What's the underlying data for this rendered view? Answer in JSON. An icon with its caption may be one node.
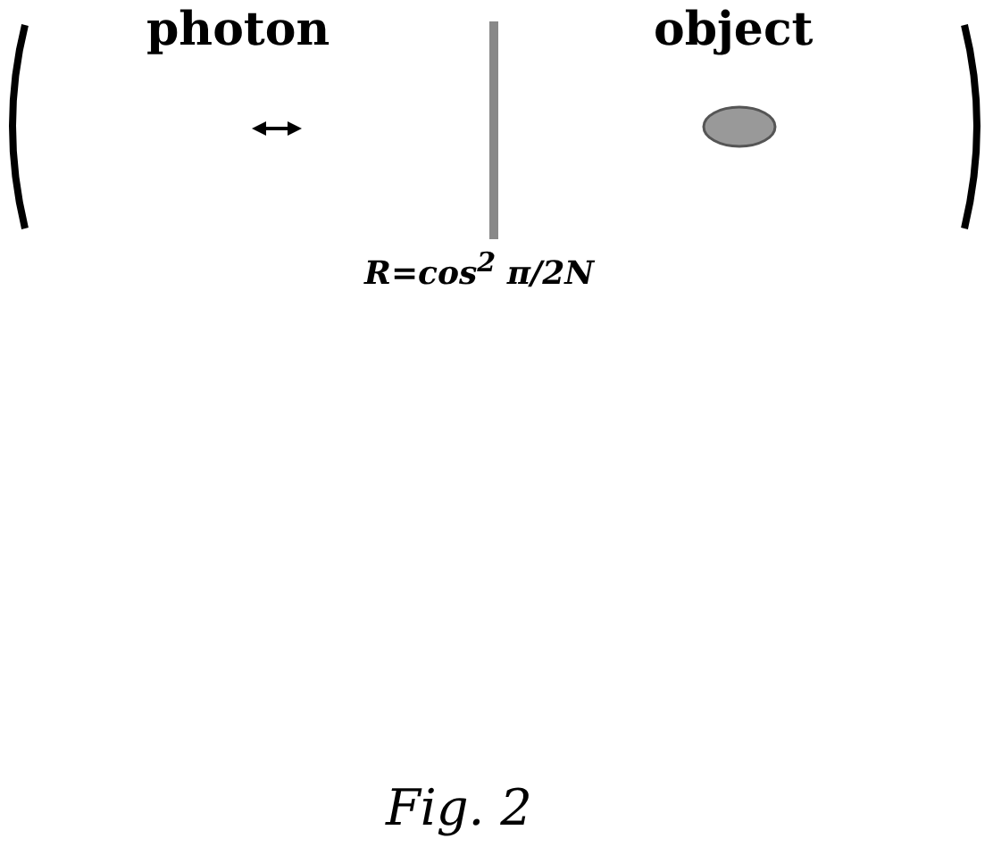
{
  "diagram": {
    "caption": "Fig. 2",
    "labels": [
      "photon",
      "object",
      "R=cos$^{2}$ π/2N"
    ]
  }
}
